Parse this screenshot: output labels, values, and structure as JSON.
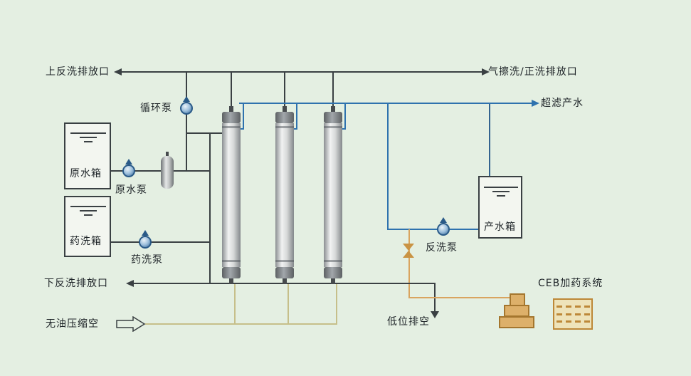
{
  "labels": {
    "top_backwash_outlet": "上反洗排放口",
    "air_scrub_forward_wash_outlet": "气擦洗/正洗排放口",
    "circulation_pump": "循环泵",
    "uf_product_water": "超滤产水",
    "raw_water_tank": "原水箱",
    "raw_water_pump": "原水泵",
    "chemical_wash_tank": "药洗箱",
    "chemical_wash_pump": "药洗泵",
    "bottom_backwash_outlet": "下反洗排放口",
    "oil_free_compressed_air": "无油压缩空",
    "low_point_drain": "低位排空",
    "product_water_tank": "产水箱",
    "backwash_pump": "反洗泵",
    "ceb_dosing_system": "CEB加药系统"
  },
  "colors": {
    "background": "#e4efe2",
    "line_dark": "#3a4043",
    "line_blue": "#2e72ae",
    "line_orange": "#d9a45f",
    "line_khaki": "#c6bf8a",
    "pump_fill": "#9dbfdc",
    "text": "#20262a"
  },
  "equipment": {
    "uf_modules_count": 3
  }
}
